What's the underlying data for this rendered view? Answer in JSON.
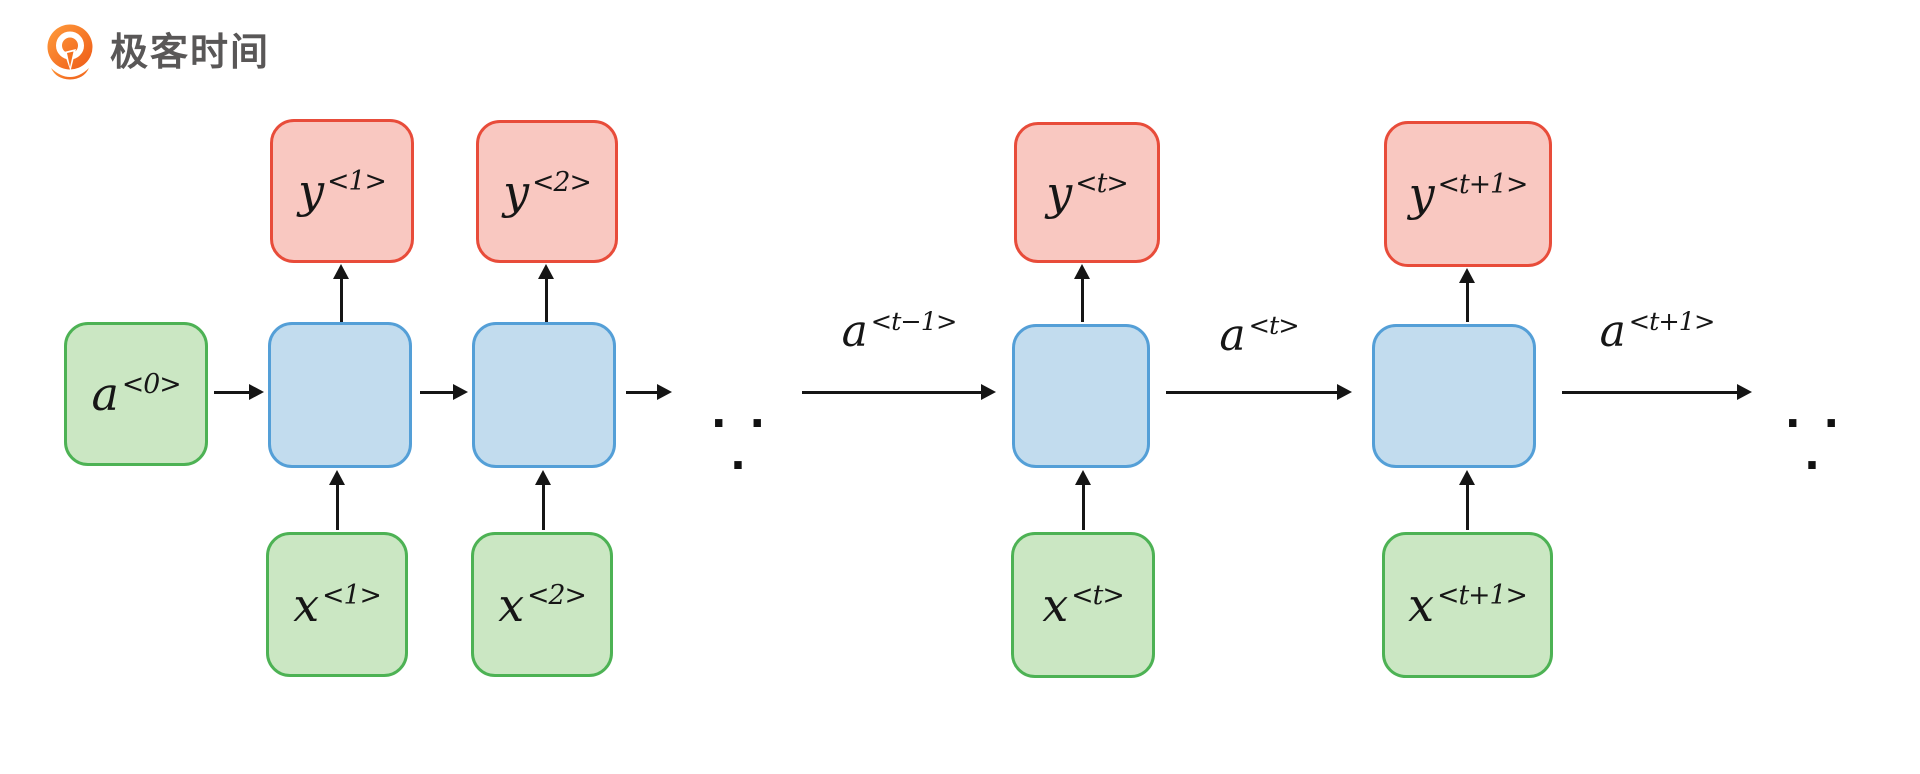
{
  "logo": {
    "brand_text": "极客时间",
    "icon": "geektime-pin-icon",
    "orange": "#f4711f",
    "text_color": "#595757"
  },
  "diagram": {
    "description_type": "rnn-unrolled-through-time",
    "initial_state": {
      "base": "a",
      "sup": "<0>"
    },
    "outputs": [
      {
        "base": "y",
        "sup": "<1>"
      },
      {
        "base": "y",
        "sup": "<2>"
      },
      {
        "base": "y",
        "sup": "<t>"
      },
      {
        "base": "y",
        "sup": "<t+1>"
      }
    ],
    "inputs": [
      {
        "base": "x",
        "sup": "<1>"
      },
      {
        "base": "x",
        "sup": "<2>"
      },
      {
        "base": "x",
        "sup": "<t>"
      },
      {
        "base": "x",
        "sup": "<t+1>"
      }
    ],
    "transitions": [
      {
        "base": "a",
        "sup": "<t−1>"
      },
      {
        "base": "a",
        "sup": "<t>"
      },
      {
        "base": "a",
        "sup": "<t+1>"
      }
    ],
    "ellipsis": ". . .",
    "colors": {
      "output_fill": "#f9c8c1",
      "output_stroke": "#e84c3a",
      "input_fill": "#cbe7c3",
      "input_stroke": "#4db254",
      "hidden_fill": "#c2dcee",
      "hidden_stroke": "#549fd7",
      "arrow": "#151515"
    }
  }
}
